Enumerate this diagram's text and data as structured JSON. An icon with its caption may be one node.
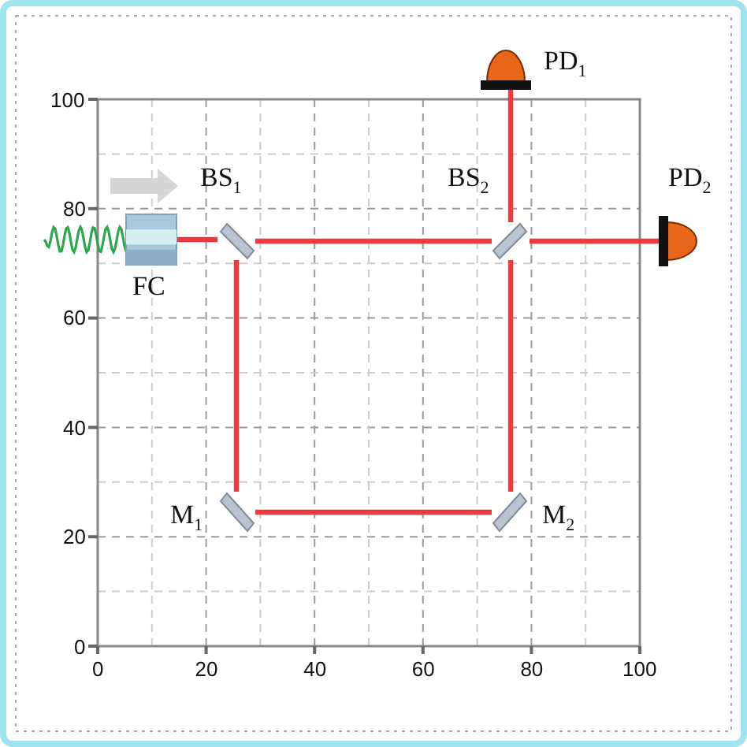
{
  "diagram": {
    "nodes": [
      {
        "text": [
          "PD$_{1}$"
        ]
      },
      {
        "text": [
          "BS$_{1}$"
        ]
      },
      {
        "text": [
          "BS$_{2}$"
        ]
      },
      {
        "text": [
          "PD$_{2}$"
        ]
      },
      {
        "text": [
          "FC"
        ]
      },
      {
        "text": [
          "M$_{1}$"
        ]
      },
      {
        "text": [
          "M$_{2}$"
        ]
      }
    ],
    "edges": [
      {
        "from": 4,
        "to": 1,
        "arrow": "none"
      },
      {
        "from": 1,
        "to": 2,
        "arrow": "none"
      },
      {
        "from": 1,
        "to": 5,
        "arrow": "none"
      },
      {
        "from": 5,
        "to": 6,
        "arrow": "none"
      },
      {
        "from": 6,
        "to": 2,
        "arrow": "none"
      },
      {
        "from": 2,
        "to": 0,
        "arrow": "none"
      },
      {
        "from": 2,
        "to": 3,
        "arrow": "none"
      }
    ],
    "labels": [
      "100",
      "80",
      "60",
      "40",
      "20",
      "0",
      "0",
      "20",
      "40",
      "60",
      "80",
      "100"
    ]
  }
}
